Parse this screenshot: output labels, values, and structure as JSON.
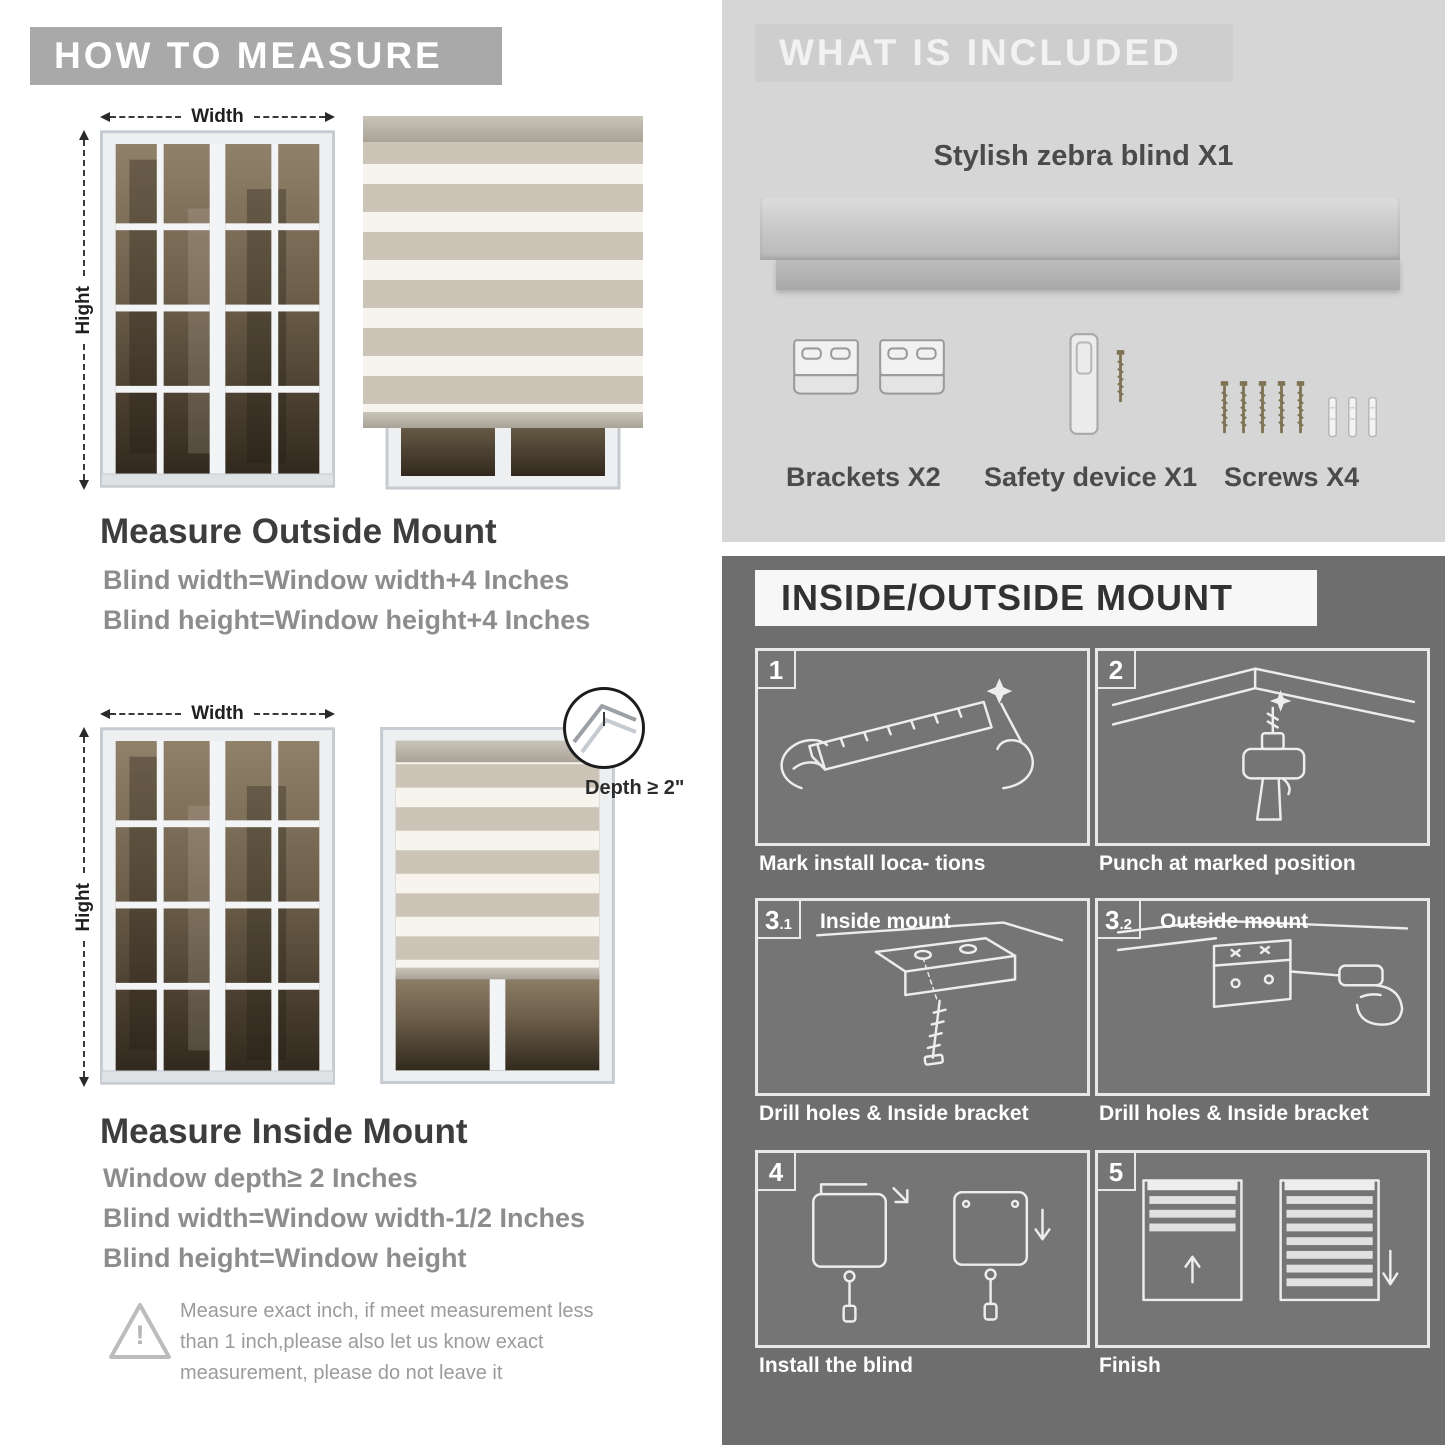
{
  "left": {
    "banner": "HOW TO MEASURE",
    "labels": {
      "width": "Width",
      "height": "Hight",
      "depth": "Depth ≥ 2\""
    },
    "outside": {
      "heading": "Measure Outside Mount",
      "lines": [
        "Blind width=Window width+4 Inches",
        "Blind height=Window height+4 Inches"
      ]
    },
    "inside": {
      "heading": "Measure Inside Mount",
      "lines": [
        "Window depth≥ 2 Inches",
        "Blind width=Window width-1/2 Inches",
        "Blind height=Window height"
      ]
    },
    "note": {
      "mark": "!",
      "text": "Measure exact inch, if meet measurement less than 1 inch,please also let us know exact measurement, please do not leave it"
    }
  },
  "included": {
    "banner": "WHAT IS INCLUDED",
    "product_title": "Stylish zebra blind X1",
    "items": [
      {
        "label": "Brackets X2"
      },
      {
        "label": "Safety device X1"
      },
      {
        "label": "Screws X4"
      }
    ]
  },
  "mount": {
    "banner": "INSIDE/OUTSIDE MOUNT",
    "steps": [
      {
        "num": "1",
        "caption": "Mark install loca- tions"
      },
      {
        "num": "2",
        "caption": "Punch at  marked position"
      },
      {
        "num": "3",
        "sub": ".1",
        "title": "Inside mount",
        "caption": "Drill holes &  Inside bracket"
      },
      {
        "num": "3",
        "sub": ".2",
        "title": "Outside mount",
        "caption": "Drill holes &  Inside bracket"
      },
      {
        "num": "4",
        "caption": "Install the blind"
      },
      {
        "num": "5",
        "caption": "Finish"
      }
    ]
  }
}
